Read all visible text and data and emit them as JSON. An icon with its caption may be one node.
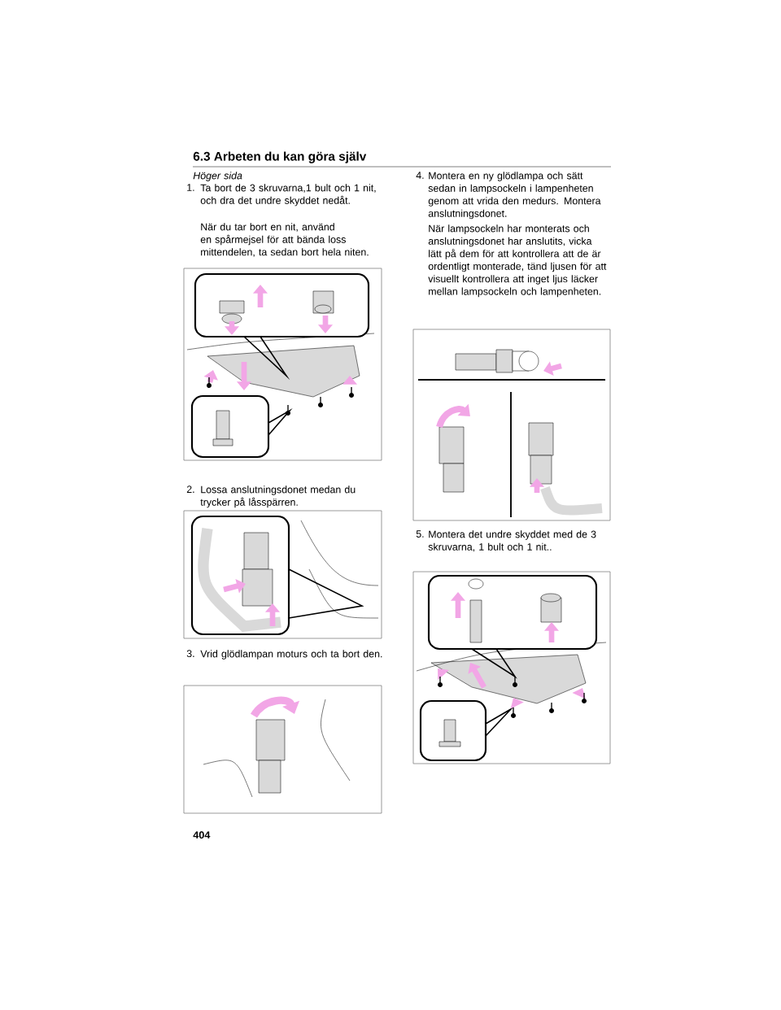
{
  "diagram": {
    "title": "6.3 Arbeten du kan göra själv",
    "labels": [
      "Höger sida",
      "1.",
      "Ta bort de 3 skruvarna,1 bult och 1 nit, och dra det undre skyddet nedåt.",
      "När du tar bort en nit, använd en spårmejsel för att bända loss mittendelen, ta sedan bort hela niten.",
      "2.",
      "Lossa anslutningsdonet medan du trycker på låsspärren.",
      "3.",
      "Vrid glödlampan moturs och ta bort den.",
      "4.",
      "Montera en ny glödlampa och sätt sedan in lampsockeln i lampenheten genom att vrida den medurs. Montera anslutningsdonet.",
      "När lampsockeln har monterats och anslutningsdonet har anslutits, vicka lätt på dem för att kontrollera att de är ordentligt monterade, tänd ljusen för att visuellt kontrollera att inget ljus läcker mellan lampsockeln och lampenheten.",
      "5.",
      "Montera det undre skyddet med de 3 skruvarna, 1 bult och 1 nit..",
      "404"
    ]
  }
}
